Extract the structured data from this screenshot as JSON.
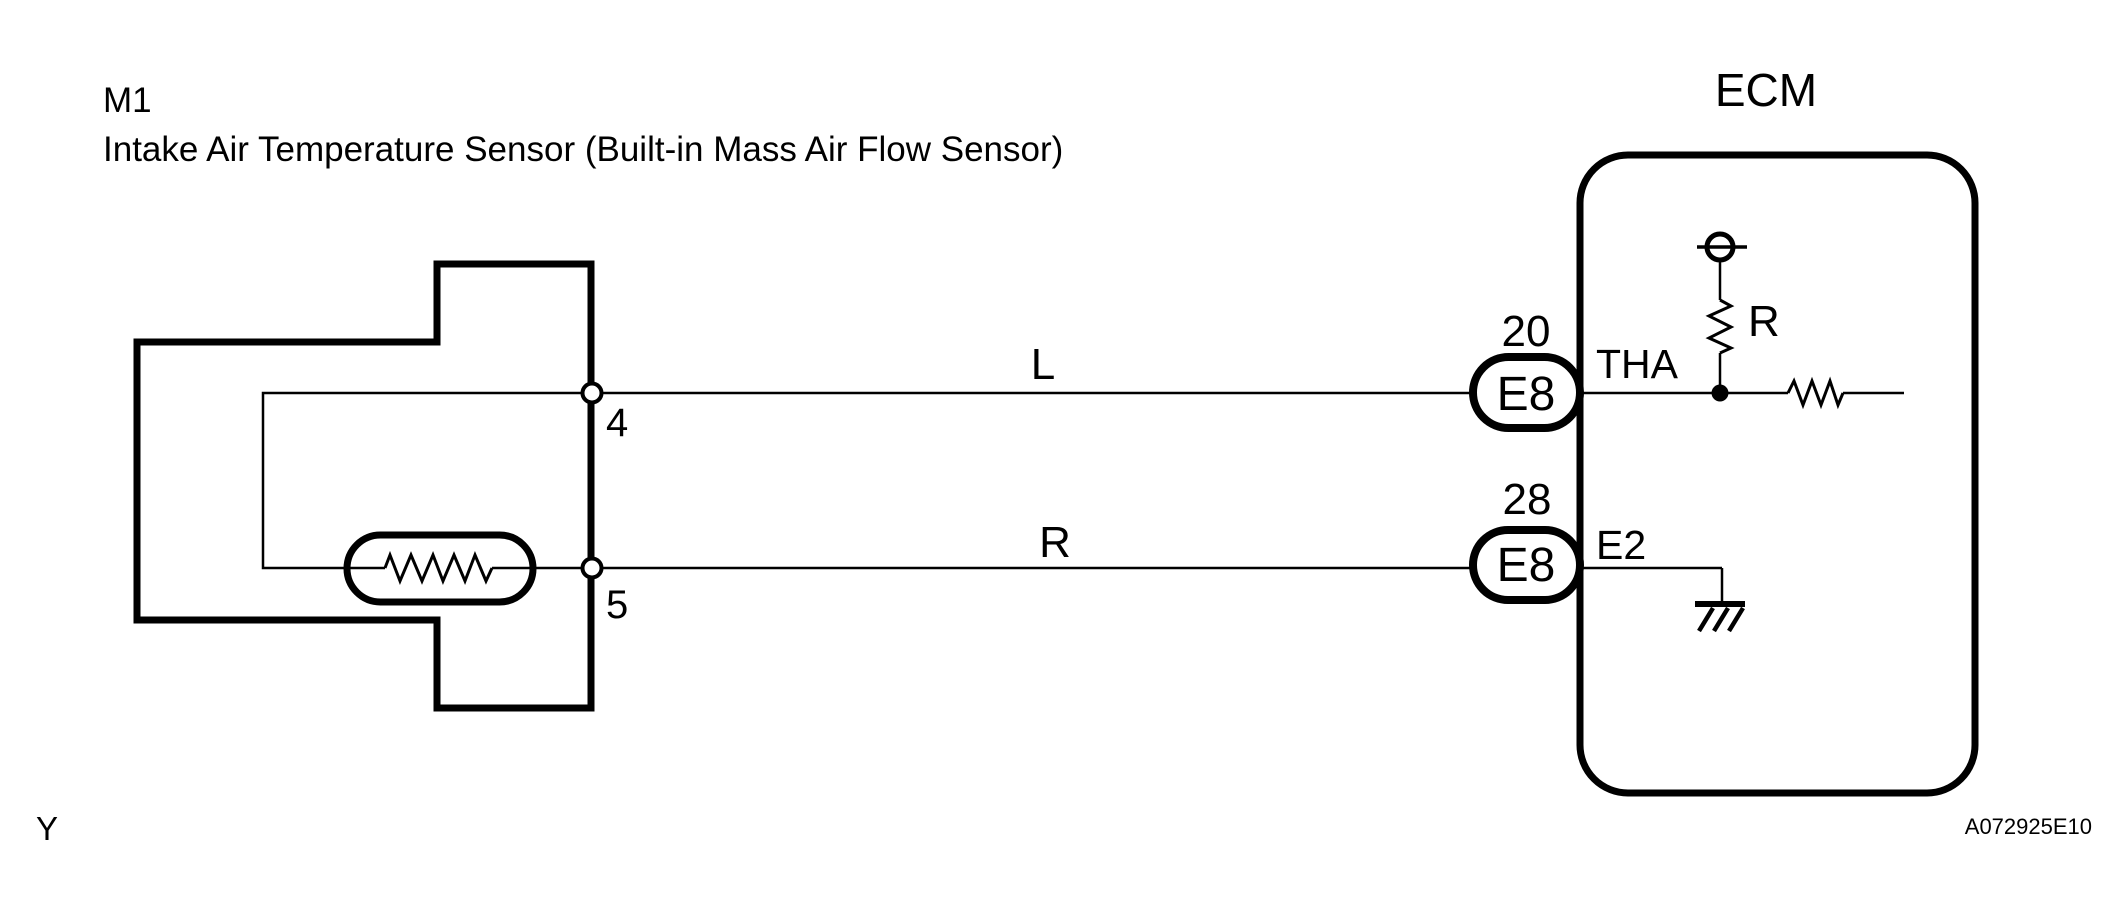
{
  "header": {
    "component_id": "M1",
    "component_title": "Intake Air Temperature Sensor  (Built-in Mass Air Flow Sensor)"
  },
  "sensor": {
    "pin_top_number": "4",
    "pin_bottom_number": "5",
    "wire_top_color_code": "L",
    "wire_bottom_color_code": "R"
  },
  "ecm": {
    "label": "ECM",
    "pin_top_number": "20",
    "pin_top_connector": "E8",
    "pin_top_signal": "THA",
    "pin_bottom_number": "28",
    "pin_bottom_connector": "E8",
    "pin_bottom_signal": "E2",
    "pullup_resistor_label": "R"
  },
  "footer": {
    "page_marker": "Y",
    "figure_code": "A072925E10"
  },
  "colors": {
    "ink": "#000000",
    "background": "#ffffff"
  }
}
